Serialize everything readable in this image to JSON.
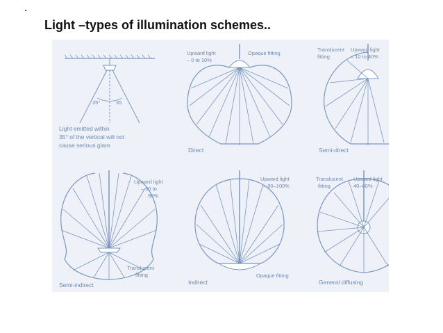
{
  "slide": {
    "title": "Light –types of illumination schemes.."
  },
  "colors": {
    "line": "#7b96c0",
    "text": "#6f8ab0",
    "panel": "#eef1f7"
  },
  "panels": {
    "glare": {
      "angle_left": "35°",
      "angle_right": "35",
      "note_1": "Light emitted within",
      "note_2": "35° of the vertical will not",
      "note_3": "cause serious glare"
    },
    "direct": {
      "caption": "Direct",
      "upward_1": "Upward light",
      "upward_2": "– 0 to 10%",
      "fitting": "Opaque fitting"
    },
    "semi_direct": {
      "caption": "Semi-direct",
      "fitting_1": "Translucent",
      "fitting_2": "fitting",
      "upward_1": "Upward light",
      "upward_2": "– 10 to 40%"
    },
    "semi_indirect": {
      "caption": "Semi-indirect",
      "upward_1": "Upward light",
      "upward_2": "– 60 to",
      "upward_3": "90%",
      "fitting_1": "Translucent",
      "fitting_2": "fitting"
    },
    "indirect": {
      "caption": "Indirect",
      "upward_1": "Upward light",
      "upward_2": "– 90–100%",
      "fitting": "Opaque fitting"
    },
    "general": {
      "caption": "General diffusing",
      "fitting_1": "Translucent",
      "fitting_2": "fitting",
      "upward_1": "Upward light",
      "upward_2": "40–60%"
    }
  }
}
